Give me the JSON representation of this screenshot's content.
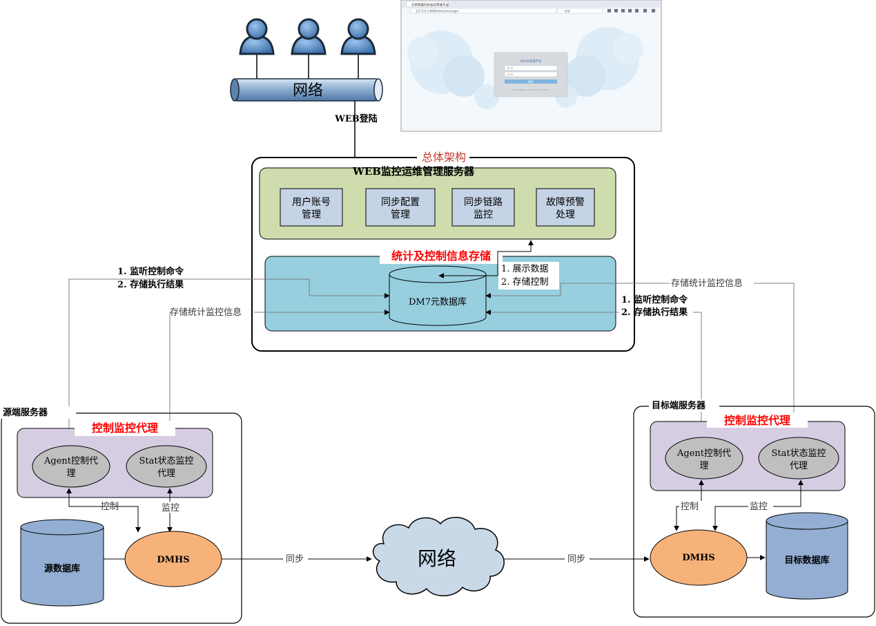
{
  "network_top": {
    "label": "网络",
    "web_login": "WEB登陆"
  },
  "browser": {
    "tab_title": "达梦数据同步监控管理平台",
    "url": "127.0.0.1:8080/dmhs/manager",
    "search_placeholder": "搜索",
    "login_title": "DMHS管理平台",
    "username_placeholder": "账 号",
    "password_placeholder": "密 码",
    "login_button": "登录",
    "footer_text": "DM Database · Data Sync Platform"
  },
  "overall": {
    "title": "总体架构",
    "web_server_title": "WEB监控运维管理服务器",
    "modules": [
      {
        "line1": "用户账号",
        "line2": "管理"
      },
      {
        "line1": "同步配置",
        "line2": "管理"
      },
      {
        "line1": "同步链路",
        "line2": "监控"
      },
      {
        "line1": "故障预警",
        "line2": "处理"
      }
    ],
    "storage_title": "统计及控制信息存储",
    "db_label": "DM7元数据库",
    "show_data": "1. 展示数据",
    "store_control": "2. 存储控制"
  },
  "annotations": {
    "left_cmd_1": "1. 监听控制命令",
    "left_cmd_2": "2. 存储执行结果",
    "left_stat": "存储统计监控信息",
    "right_cmd_1": "1. 监听控制命令",
    "right_cmd_2": "2. 存储执行结果",
    "right_stat": "存储统计监控信息"
  },
  "source": {
    "title": "源端服务器",
    "agent_box_title": "控制监控代理",
    "agent_line1": "Agent控制代",
    "agent_line2": "理",
    "stat_line1": "Stat状态监控",
    "stat_line2": "代理",
    "control": "控制",
    "monitor": "监控",
    "db": "源数据库",
    "dmhs": "DMHS"
  },
  "target": {
    "title": "目标端服务器",
    "agent_box_title": "控制监控代理",
    "agent_line1": "Agent控制代",
    "agent_line2": "理",
    "stat_line1": "Stat状态监控",
    "stat_line2": "代理",
    "control": "控制",
    "monitor": "监控",
    "db": "目标数据库",
    "dmhs": "DMHS"
  },
  "network_mid": {
    "label": "网络",
    "sync_left": "同步",
    "sync_right": "同步"
  },
  "colors": {
    "module_fill": "#c5d3e6",
    "web_server_fill": "#cfddae",
    "storage_fill": "#97cfdf",
    "agent_box_fill": "#d6cde3",
    "agent_ellipse_fill": "#bfbfbf",
    "dmhs_fill": "#f7b27a",
    "database_fill": "#93aed2",
    "cloud_fill": "#c9d9e8",
    "red_title": "#ff0000",
    "dark_red_title": "#c0392b",
    "person_fill": "#5b8ec8"
  }
}
